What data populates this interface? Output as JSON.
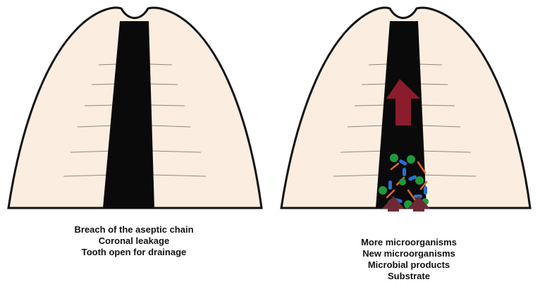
{
  "left_panel": {
    "caption_lines": [
      "Breach of the aseptic chain",
      "Coronal leakage",
      "Tooth open for drainage"
    ]
  },
  "right_panel": {
    "caption_lines": [
      "More microorganisms",
      "New microorganisms",
      "Microbial products",
      "Substrate"
    ]
  },
  "colors": {
    "dentin": "#fbeee0",
    "canal": "#0a0a0a",
    "outline": "#111111",
    "arrow": "#8b1c2c",
    "entry_arrow": "#6e2a34",
    "cocci_green": "#1f9a3a",
    "bacilli_blue": "#2b6fd6",
    "spirochete_orange": "#e0662a"
  }
}
